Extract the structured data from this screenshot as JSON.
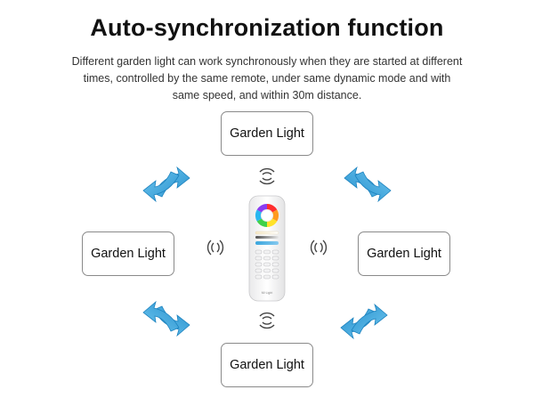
{
  "title": "Auto-synchronization function",
  "description": "Different garden light can work synchronously when they are started at different times, controlled by the same remote, under same dynamic mode and with same speed, and within 30m distance.",
  "nodes": {
    "top": "Garden Light",
    "left": "Garden Light",
    "right": "Garden Light",
    "bottom": "Garden Light"
  },
  "arrow_color": "#3aa6dd",
  "remote": {
    "brand": "Mi·Light"
  }
}
